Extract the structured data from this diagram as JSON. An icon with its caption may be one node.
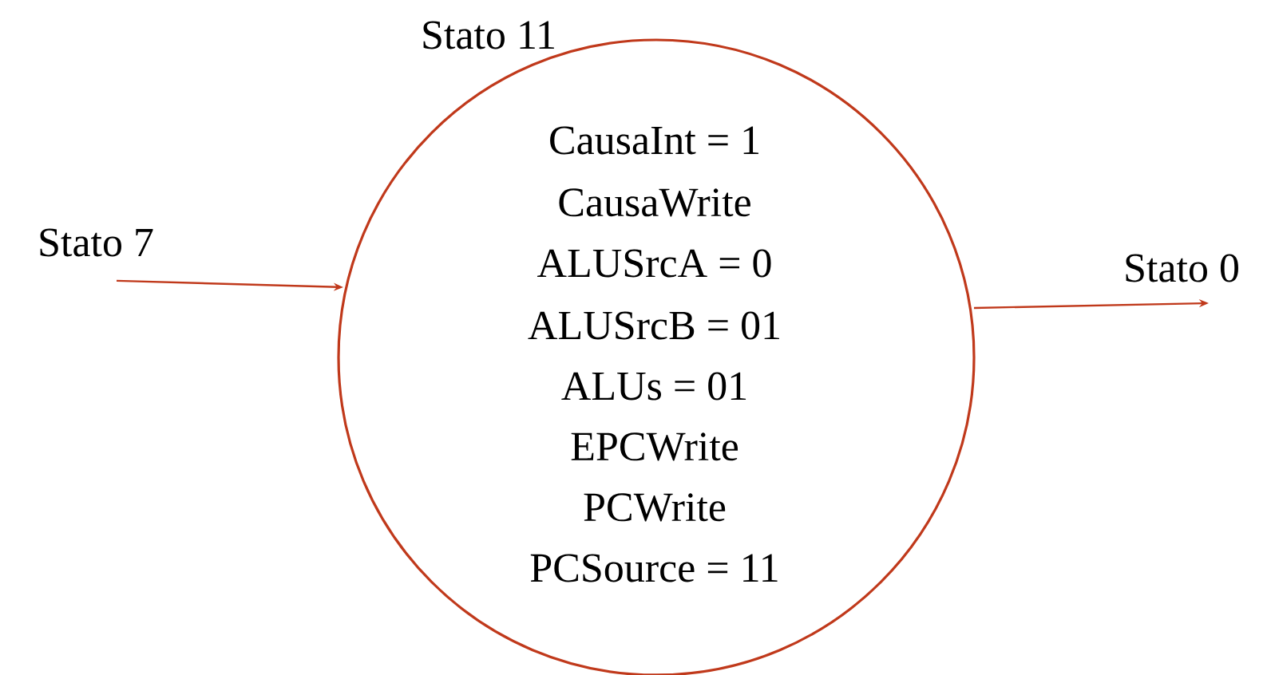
{
  "diagram": {
    "nodes": [
      {
        "text": [
          "Stato 11",
          "CausaInt = 1",
          "CausaWrite",
          "ALUSrcA = 0",
          "ALUSrcB = 01",
          "ALUs = 01",
          "EPCWrite",
          "PCWrite",
          "PCSource = 11"
        ]
      },
      {
        "text": [
          "Stato 7"
        ]
      },
      {
        "text": [
          "Stato 0"
        ]
      }
    ],
    "edges": [
      {
        "from": 1,
        "to": 0,
        "arrow": "to"
      },
      {
        "from": 0,
        "to": 2,
        "arrow": "to"
      }
    ]
  }
}
